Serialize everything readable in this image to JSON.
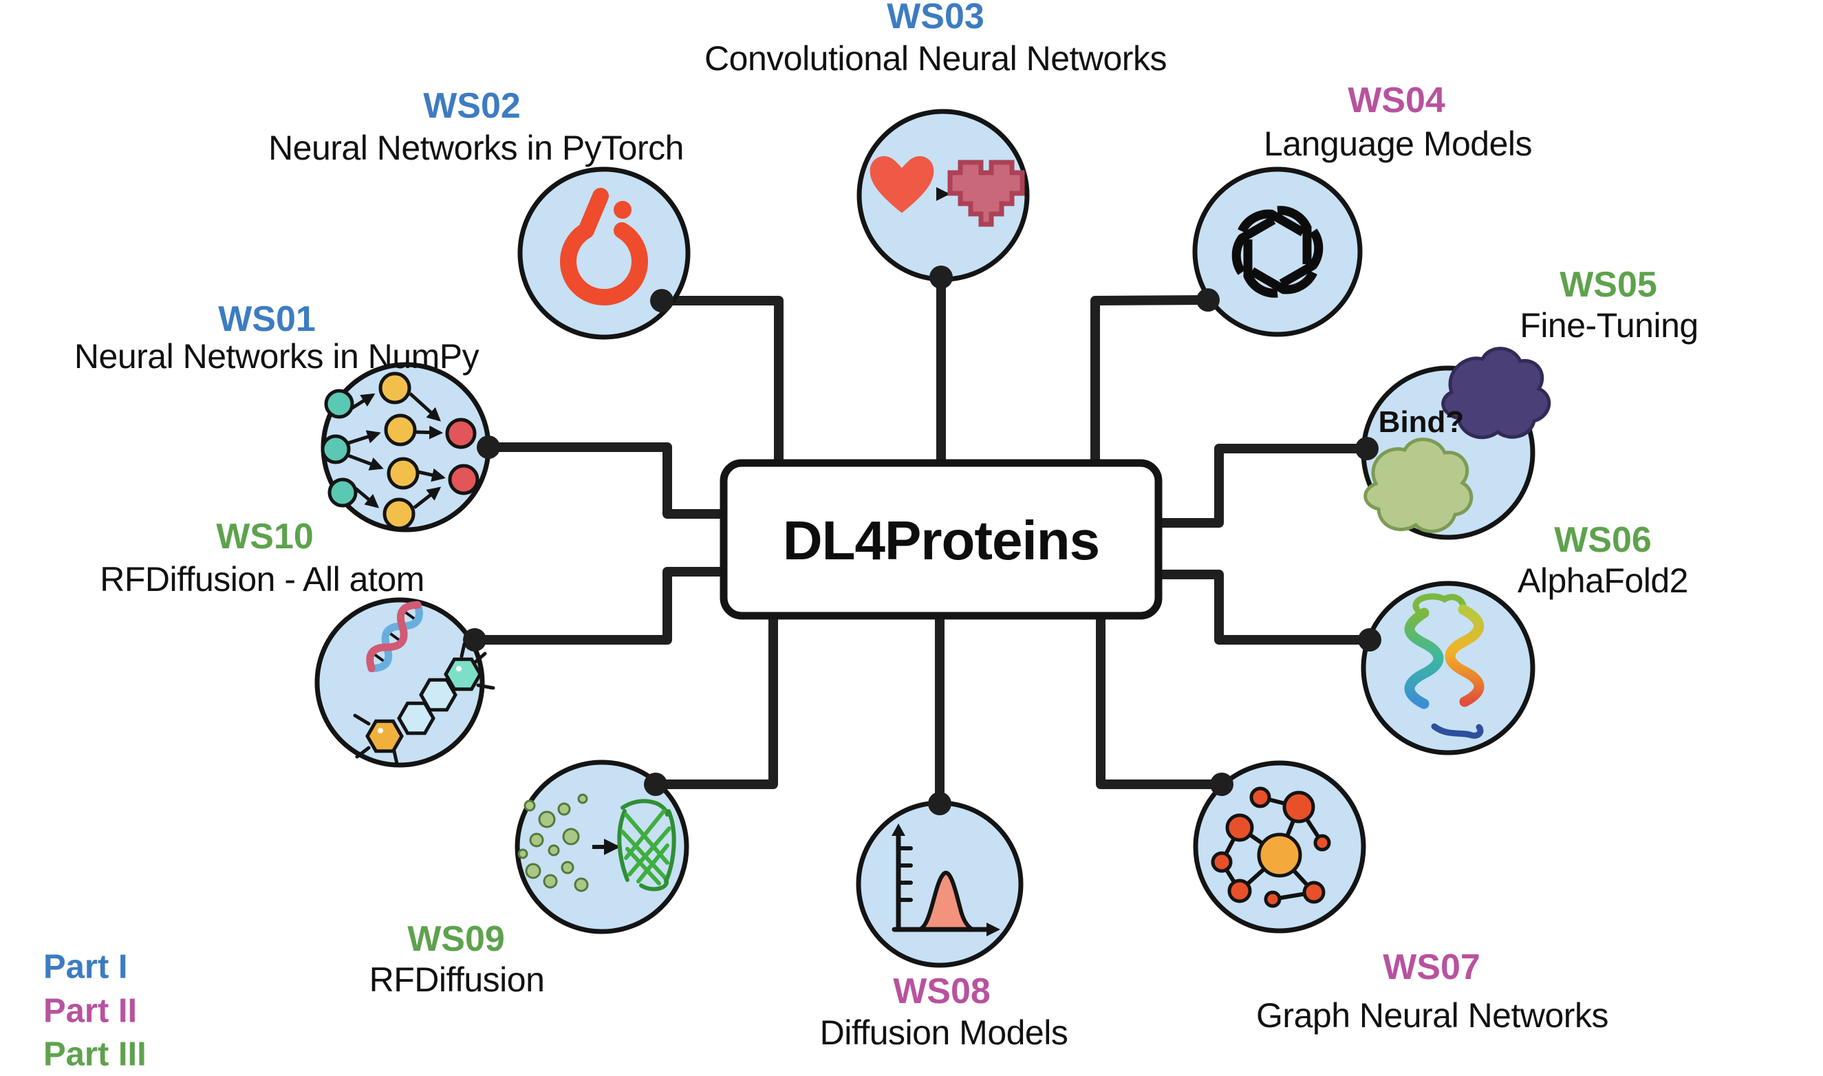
{
  "center": {
    "label": "DL4Proteins"
  },
  "legend": {
    "items": [
      {
        "label": "Part I",
        "color": "#3d7cc1"
      },
      {
        "label": "Part II",
        "color": "#b8529e"
      },
      {
        "label": "Part III",
        "color": "#5ea24d"
      }
    ]
  },
  "workshops": [
    {
      "code": "WS01",
      "title": "Neural Networks in NumPy",
      "part": "Part I",
      "icon": "neural-network-icon"
    },
    {
      "code": "WS02",
      "title": "Neural Networks in PyTorch",
      "part": "Part I",
      "icon": "pytorch-flame-icon"
    },
    {
      "code": "WS03",
      "title": "Convolutional Neural Networks",
      "part": "Part I",
      "icon": "heart-to-pixel-heart-icon"
    },
    {
      "code": "WS04",
      "title": "Language Models",
      "part": "Part II",
      "icon": "openai-logo-icon"
    },
    {
      "code": "WS05",
      "title": "Fine-Tuning",
      "part": "Part III",
      "icon": "protein-binding-icon",
      "icon_text": "Bind?"
    },
    {
      "code": "WS06",
      "title": "AlphaFold2",
      "part": "Part III",
      "icon": "protein-ribbon-icon"
    },
    {
      "code": "WS07",
      "title": "Graph Neural Networks",
      "part": "Part II",
      "icon": "molecular-graph-icon"
    },
    {
      "code": "WS08",
      "title": "Diffusion Models",
      "part": "Part II",
      "icon": "gaussian-distribution-icon"
    },
    {
      "code": "WS09",
      "title": "RFDiffusion",
      "part": "Part III",
      "icon": "noise-to-protein-icon"
    },
    {
      "code": "WS10",
      "title": "RFDiffusion - All atom",
      "part": "Part III",
      "icon": "dna-and-molecules-icon"
    }
  ],
  "colors": {
    "part_i": "#3d7cc1",
    "part_ii": "#b8529e",
    "part_iii": "#5ea24d",
    "node_fill": "#c7e0f4",
    "outline": "#141414",
    "background": "#ffffff"
  }
}
